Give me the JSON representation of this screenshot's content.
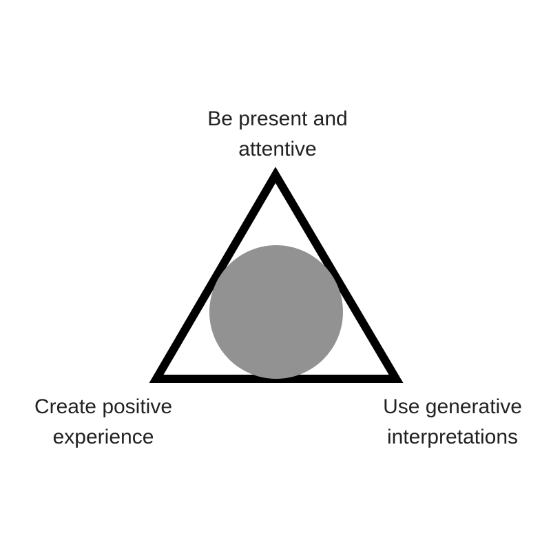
{
  "diagram": {
    "triangle_stroke_color": "#000000",
    "circle_fill_color": "#929292",
    "text_color": "#222222",
    "labels": {
      "top": {
        "line1": "Be present and",
        "line2": "attentive"
      },
      "left": {
        "line1": "Create positive",
        "line2": "experience"
      },
      "right": {
        "line1": "Use generative",
        "line2": "interpretations"
      }
    }
  }
}
